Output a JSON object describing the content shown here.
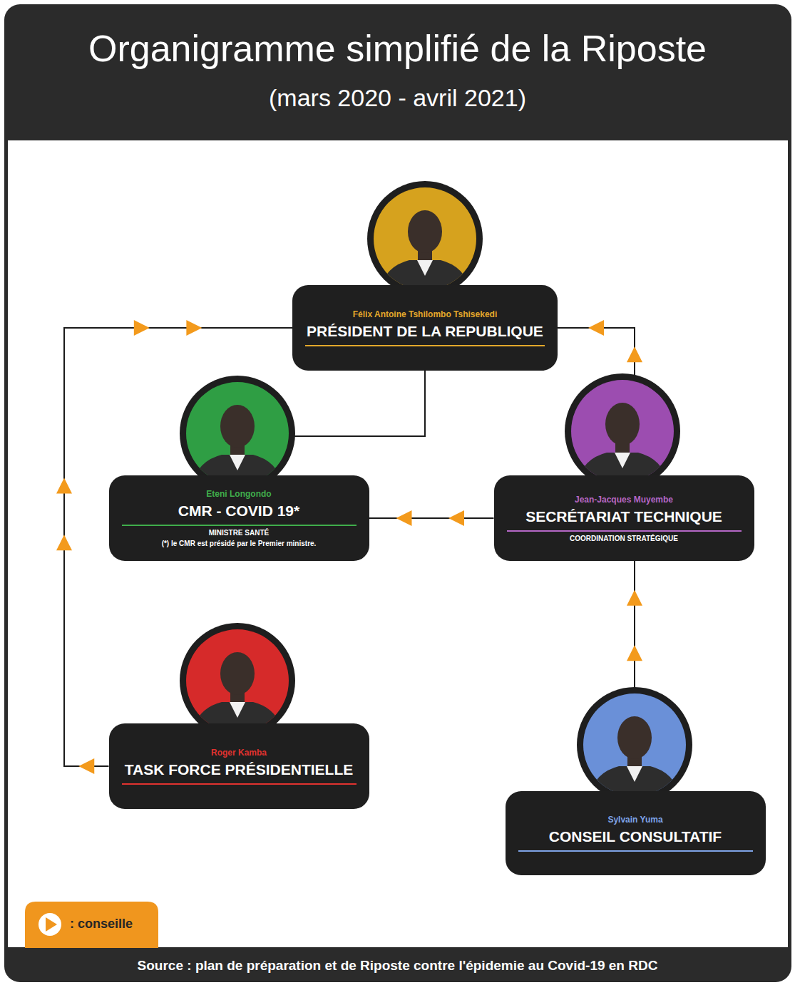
{
  "diagram": {
    "title": "Organigramme simplifié de la Riposte",
    "caption": "Source : plan de préparation et de Riposte contre l'épidemie au Covid-19 en RDC",
    "nodes": [
      {
        "text": [
          "Félix Antoine Tshilombo Tshisekedi",
          "PRÉSIDENT DE LA REPUBLIQUE"
        ]
      },
      {
        "text": [
          "Eteni Longondo",
          "CMR - COVID 19*",
          "MINISTRE SANTÉ",
          "(*) le CMR est présidé par le Premier ministre."
        ]
      },
      {
        "text": [
          "Jean-Jacques Muyembe",
          "SECRÉTARIAT TECHNIQUE",
          "COORDINATION STRATÉGIQUE"
        ]
      },
      {
        "text": [
          "Roger Kamba",
          "TASK FORCE PRÉSIDENTIELLE"
        ]
      },
      {
        "text": [
          "Sylvain Yuma",
          "CONSEIL CONSULTATIF"
        ]
      }
    ],
    "edges": [
      {
        "from": 0,
        "to": 1,
        "arrow": "none"
      },
      {
        "from": 3,
        "to": 0,
        "arrow": "to"
      },
      {
        "from": 2,
        "to": 0,
        "arrow": "to"
      },
      {
        "from": 2,
        "to": 1,
        "arrow": "to"
      },
      {
        "from": 4,
        "to": 2,
        "arrow": "to"
      }
    ],
    "labels": [
      "(mars 2020 - avril 2021)"
    ],
    "legend": [
      {
        "text": ": conseille"
      }
    ]
  }
}
